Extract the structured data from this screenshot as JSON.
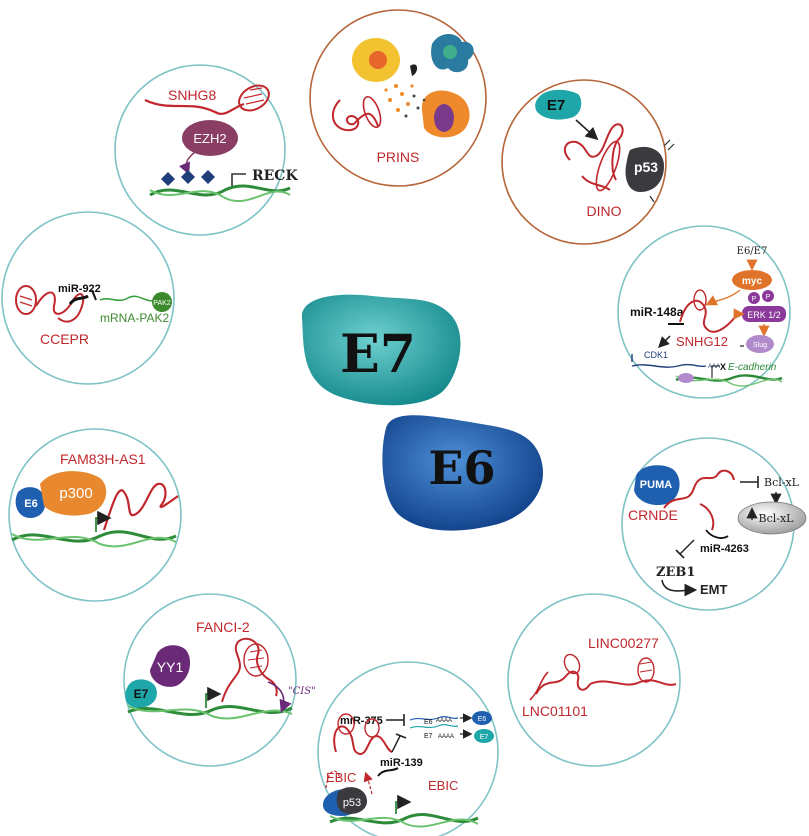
{
  "colors": {
    "circle_teal": "#7fc3c6",
    "circle_brown": "#b5653a",
    "rna_red": "#c0282d",
    "dna_green": "#2e8b3a",
    "e7_teal": "#1fa6a8",
    "e6_blue": "#1f5fb0",
    "ezh2": "#8a3e63",
    "p300": "#e8892f",
    "yy1": "#6a2a78",
    "p53": "#3b3a3e",
    "myc": "#e0732a",
    "erk": "#8b3a9c",
    "slug": "#b08acb"
  },
  "center": {
    "e7": "E7",
    "e6": "E6"
  },
  "panels": {
    "snhg8": {
      "lnc": "SNHG8",
      "protein": "EZH2",
      "gene": "RECK"
    },
    "prins": {
      "lnc": "PRINS"
    },
    "dino": {
      "viral": "E7",
      "protein": "p53",
      "lnc": "DINO"
    },
    "ccepr": {
      "mirna": "miR-922",
      "target": "mRNA-PAK2",
      "protein": "PAK2",
      "lnc": "CCEPR"
    },
    "snhg12": {
      "inducer": "E6/E7",
      "tf": "myc",
      "mirna": "miR-148a",
      "lnc": "SNHG12",
      "kinase": "ERK 1/2",
      "phospho": "P",
      "slug": "Slug",
      "cdk": "CDK1",
      "ecad": "E-cadherin",
      "polya": "AAA"
    },
    "fam83h": {
      "lnc": "FAM83H-AS1",
      "viral": "E6",
      "protein": "p300"
    },
    "crnde": {
      "protein": "PUMA",
      "lnc": "CRNDE",
      "bcl": "Bcl-xL",
      "mirna": "miR-4263",
      "tf": "ZEB1",
      "outcome": "EMT"
    },
    "fanci2": {
      "lnc": "FANCI-2",
      "protein": "YY1",
      "viral": "E7",
      "cis": "\"CIS\""
    },
    "ebic": {
      "mirna1": "miR-375",
      "mirna2": "miR-139",
      "lnc": "EBIC",
      "lnc2": "EBIC",
      "protein": "p53",
      "e6": "E6",
      "e7": "E7",
      "polya": "AAAA"
    },
    "linc": {
      "lnc1": "LINC00277",
      "lnc2": "LNC01101"
    }
  }
}
